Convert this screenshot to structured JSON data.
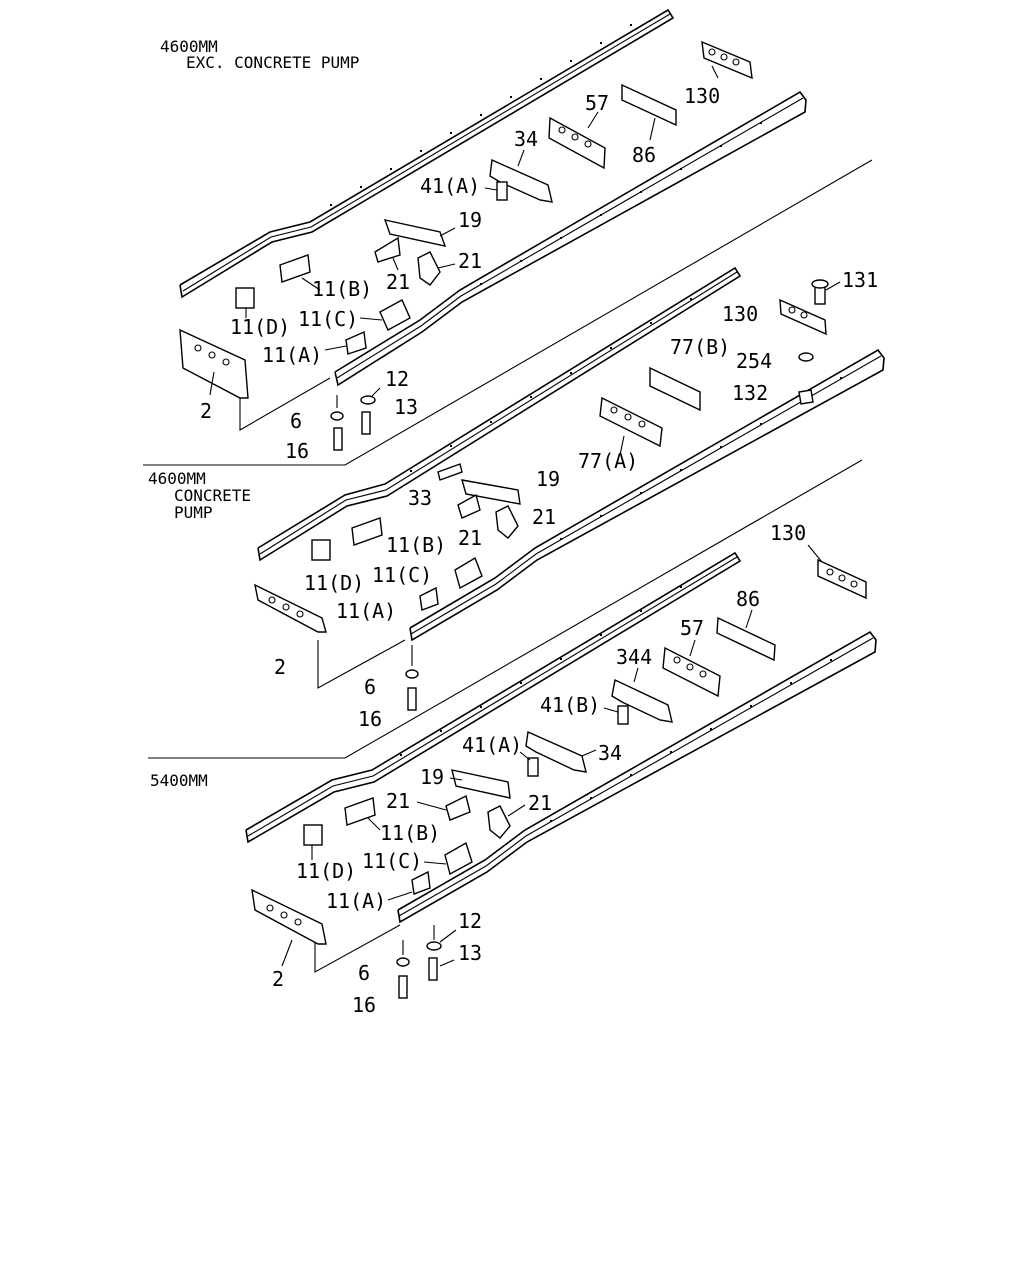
{
  "sections": [
    {
      "title_line1": "4600MM",
      "title_line2": "EXC. CONCRETE PUMP",
      "labels": {
        "p130": "130",
        "p57": "57",
        "p86": "86",
        "p34": "34",
        "p41a": "41(A)",
        "p19": "19",
        "p21a": "21",
        "p21b": "21",
        "p11b": "11(B)",
        "p11d": "11(D)",
        "p11c": "11(C)",
        "p11a": "11(A)",
        "p2": "2",
        "p12": "12",
        "p6": "6",
        "p13": "13",
        "p16": "16"
      }
    },
    {
      "title_line1": "4600MM",
      "title_line2": "CONCRETE",
      "title_line3": "PUMP",
      "labels": {
        "p131": "131",
        "p130": "130",
        "p254": "254",
        "p132": "132",
        "p77b": "77(B)",
        "p77a": "77(A)",
        "p33": "33",
        "p19": "19",
        "p21a": "21",
        "p21b": "21",
        "p11b": "11(B)",
        "p11d": "11(D)",
        "p11c": "11(C)",
        "p11a": "11(A)",
        "p2": "2",
        "p6": "6",
        "p16": "16"
      }
    },
    {
      "title_line1": "5400MM",
      "labels": {
        "p130": "130",
        "p86": "86",
        "p57": "57",
        "p344": "344",
        "p41b": "41(B)",
        "p41a": "41(A)",
        "p34": "34",
        "p19": "19",
        "p21a": "21",
        "p21b": "21",
        "p11b": "11(B)",
        "p11d": "11(D)",
        "p11c": "11(C)",
        "p11a": "11(A)",
        "p2": "2",
        "p12": "12",
        "p13": "13",
        "p6": "6",
        "p16": "16"
      }
    }
  ]
}
